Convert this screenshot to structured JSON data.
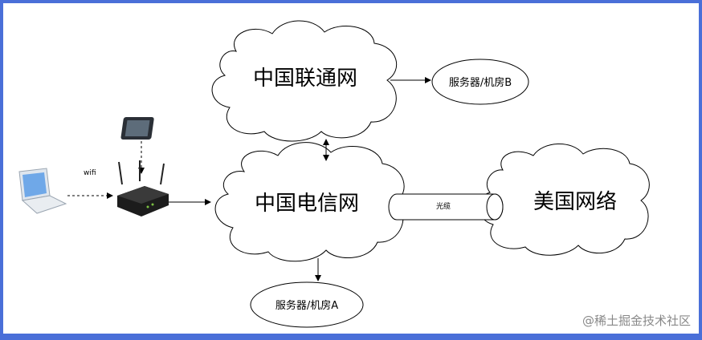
{
  "nodes": {
    "unicom": "中国联通网",
    "telecom": "中国电信网",
    "usa": "美国网络",
    "server_b": "服务器/机房B",
    "server_a": "服务器/机房A"
  },
  "labels": {
    "wifi": "wifi",
    "cable": "光缆"
  },
  "watermark": "@稀土掘金技术社区"
}
